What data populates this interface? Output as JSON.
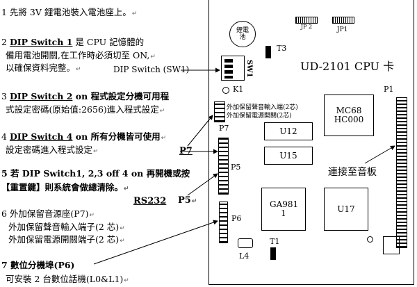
{
  "notes": {
    "n1": "1 先將 3V 鋰電池裝入電池座上。",
    "n2_num": "2",
    "n2_head": "DIP Switch 1",
    "n2_a": " 是 CPU 記憶體的",
    "n2_b": "備用電池開關,在工作時必須切至 ON,",
    "n2_c": "以確保資料完整。",
    "n3_num": "3",
    "n3_head": "DIP Switch 2",
    "n3_a": " on 程式設定分機可用程",
    "n3_b": "式設定密碼(原始值:2656)進入程式設定",
    "n4_num": "4",
    "n4_head": "DIP Switch 4",
    "n4_a": " on 所有分機皆可使用",
    "n4_b": "設定密碼進入程式設定",
    "n5_a": "5 若 DIP Switch1, 2,3 off 4 on 再開機或按",
    "n5_b": "【重置鍵】則系統會做總清除。",
    "n6_a": "6  外加保留音源座(P7)",
    "n6_b": "外加保留聲音輸入端子(2 芯)",
    "n6_c": "外加保留電源開關端子(2 芯)",
    "n7_a": "7  數位分機埠(P6)",
    "n7_b": "可安裝 2 台數位話機(L0&L1)"
  },
  "callouts": {
    "dip_switch": "DIP Switch (SW1)",
    "p7": "P7",
    "rs232": "RS232",
    "p5": "P5",
    "to_main_board": "連接至音板"
  },
  "board": {
    "title": "UD-2101 CPU  卡",
    "battery": "鋰電池",
    "jp2": "JP 2",
    "jp1": "JP1",
    "t3": "T3",
    "sw1": "SW1",
    "k1": "K1",
    "p1": "P1",
    "p7_in1": "外加保留聲音輸入端(2芯)",
    "p7_in2": "外加保留電源開關(2芯)",
    "p7": "P7",
    "p5": "P5",
    "p6": "P6",
    "mc68": "MC68 HC000",
    "u12": "U12",
    "u15": "U15",
    "ga981": "GA981 1",
    "u17": "U17",
    "t1": "T1",
    "l4": "L4"
  }
}
